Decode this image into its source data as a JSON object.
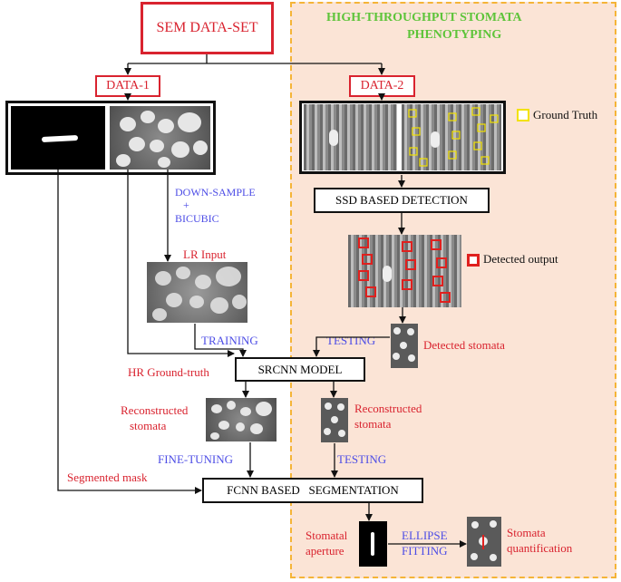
{
  "title": "SEM DATA-SET",
  "panel_title_line1": "HIGH-THROUGHPUT STOMATA",
  "panel_title_line2": "PHENOTYPING",
  "data1_label": "DATA-1",
  "data2_label": "DATA-2",
  "legend_ground_truth": "Ground  Truth",
  "legend_detected_output": "Detected output",
  "downsample_line1": "DOWN-SAMPLE",
  "downsample_line2": "+",
  "downsample_line3": "BICUBIC",
  "lr_input": "LR Input",
  "training": "TRAINING",
  "testing_1": "TESTING",
  "testing_2": "TESTING",
  "hr_ground_truth": "HR Ground-truth",
  "ssd_detection": "SSD BASED DETECTION",
  "detected_stomata": "Detected stomata",
  "srcnn_model": "SRCNN  MODEL",
  "reconstructed_left_1": "Reconstructed",
  "reconstructed_left_2": "stomata",
  "reconstructed_right_1": "Reconstructed",
  "reconstructed_right_2": "stomata",
  "fine_tuning": "FINE-TUNING",
  "segmented_mask": "Segmented mask",
  "fcnn_segmentation": "FCNN BASED   SEGMENTATION",
  "stomatal_aperture_1": "Stomatal",
  "stomatal_aperture_2": "aperture",
  "ellipse_fitting_1": "ELLIPSE",
  "ellipse_fitting_2": "FITTING",
  "stomata_quant_1": "Stomata",
  "stomata_quant_2": "quantification",
  "colors": {
    "red": "#d9232f",
    "blue": "#4d4de6",
    "green": "#5ec43a",
    "panel_bg": "#fbe4d6",
    "panel_border": "#f5b437",
    "ground_truth_marker": "#f2e200",
    "detected_marker": "#e0201e"
  }
}
